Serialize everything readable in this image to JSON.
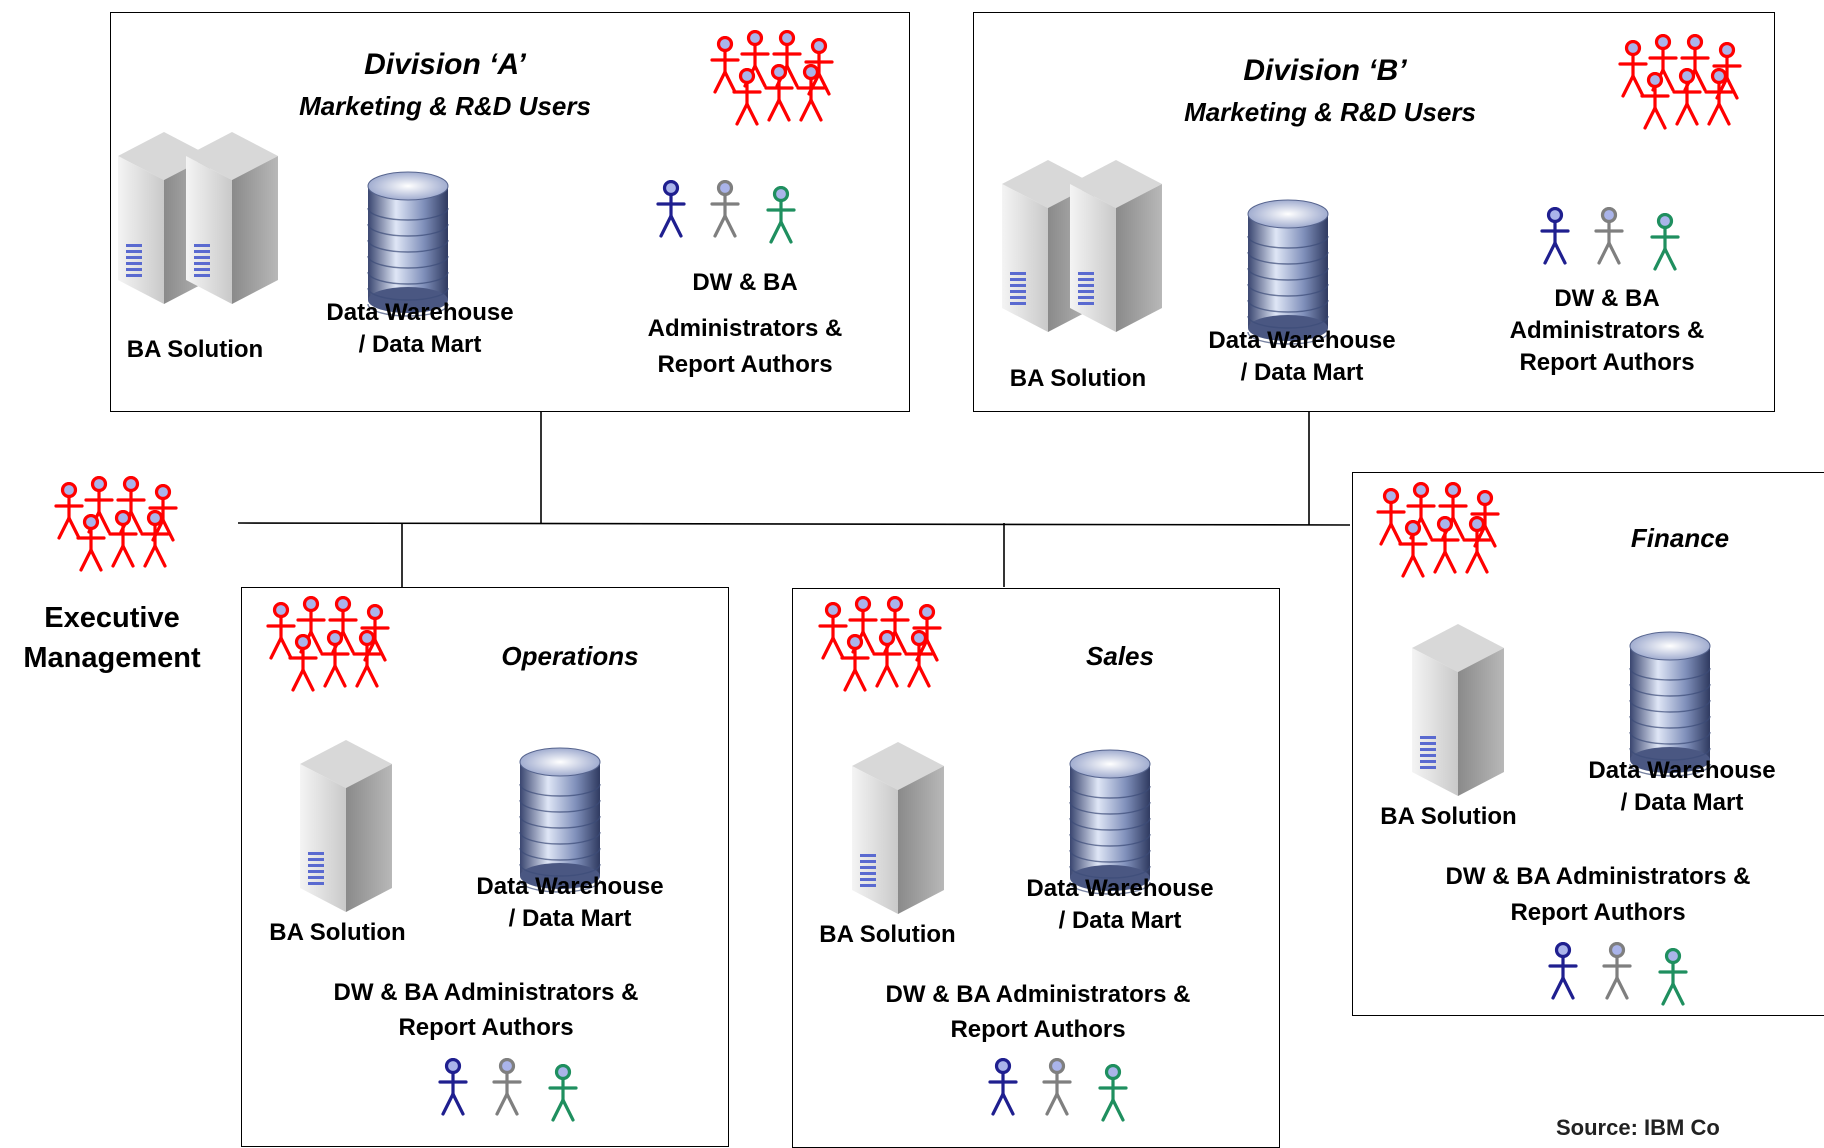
{
  "divisionA": {
    "title": "Division ‘A’",
    "subtitle": "Marketing & R&D Users",
    "ba_solution": "BA Solution",
    "dw_line1": "Data Warehouse",
    "dw_line2": "/ Data Mart",
    "admins_line1": "DW & BA",
    "admins_line2": "Administrators &",
    "admins_line3": "Report Authors"
  },
  "divisionB": {
    "title": "Division ‘B’",
    "subtitle": "Marketing & R&D Users",
    "ba_solution": "BA Solution",
    "dw_line1": "Data Warehouse",
    "dw_line2": "/ Data Mart",
    "admins_line1": "DW & BA",
    "admins_line2": "Administrators &",
    "admins_line3": "Report Authors"
  },
  "executive": {
    "line1": "Executive",
    "line2": "Management"
  },
  "operations": {
    "title": "Operations",
    "ba_solution": "BA Solution",
    "dw_line1": "Data Warehouse",
    "dw_line2": "/ Data Mart",
    "admins_line1": "DW & BA Administrators &",
    "admins_line2": "Report Authors"
  },
  "sales": {
    "title": "Sales",
    "ba_solution": "BA Solution",
    "dw_line1": "Data Warehouse",
    "dw_line2": "/ Data Mart",
    "admins_line1": "DW & BA Administrators &",
    "admins_line2": "Report Authors"
  },
  "finance": {
    "title": "Finance",
    "ba_solution": "BA Solution",
    "dw_line1": "Data Warehouse",
    "dw_line2": "/ Data Mart",
    "admins_line1": "DW & BA Administrators &",
    "admins_line2": "Report Authors"
  },
  "source": "Source: IBM Co",
  "colors": {
    "users": "#ff0000",
    "admin_blue": "#1f1f8f",
    "admin_gray": "#7f7f7f",
    "admin_green": "#1f8f5f",
    "head_fill": "#aab4ea"
  },
  "icons": {
    "users": "user-group-icon",
    "admins": "admin-person-icon",
    "server": "server-tower-icon",
    "database": "database-cylinder-icon"
  }
}
